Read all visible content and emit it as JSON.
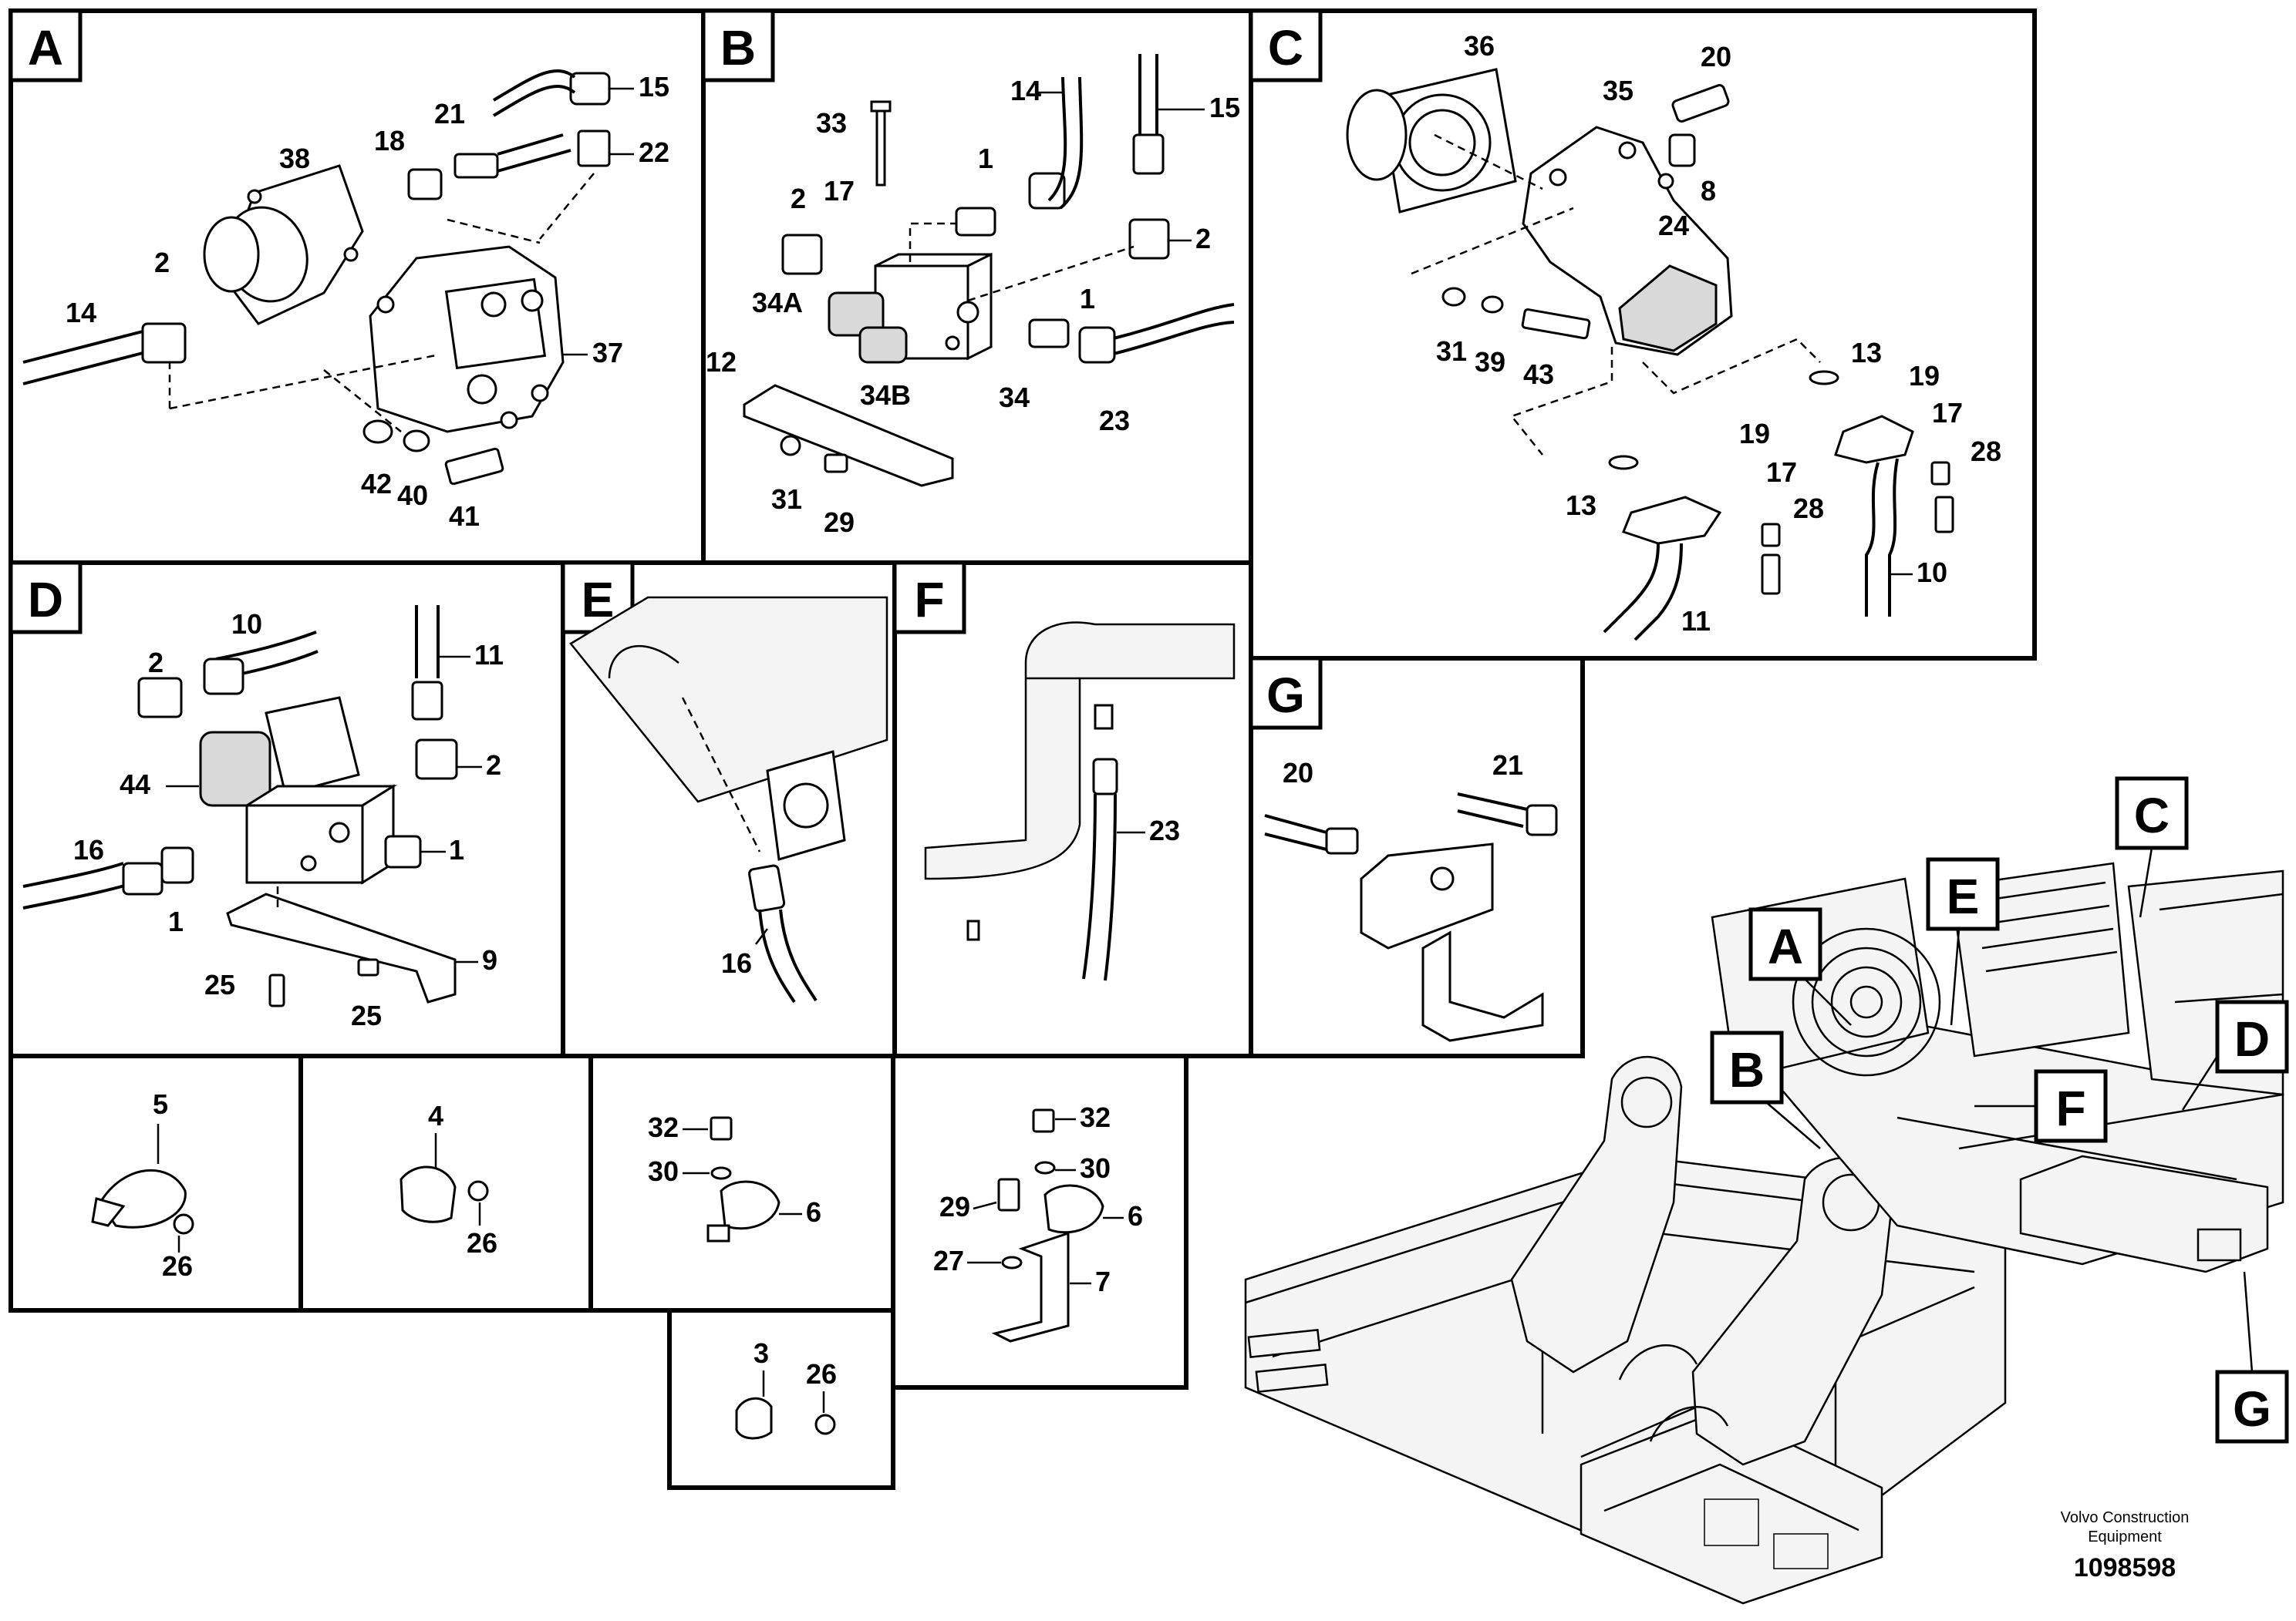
{
  "panels": {
    "A": {
      "tag": "A",
      "callouts": [
        "15",
        "21",
        "22",
        "18",
        "38",
        "2",
        "14",
        "37",
        "42",
        "40",
        "41"
      ]
    },
    "B": {
      "tag": "B",
      "callouts": [
        "14",
        "15",
        "33",
        "1",
        "2",
        "17",
        "2",
        "34A",
        "1",
        "34B",
        "34",
        "12",
        "23",
        "31",
        "29"
      ]
    },
    "C": {
      "tag": "C",
      "callouts": [
        "36",
        "20",
        "35",
        "8",
        "24",
        "31",
        "39",
        "43",
        "13",
        "19",
        "17",
        "28",
        "19",
        "17",
        "13",
        "28",
        "10",
        "11"
      ]
    },
    "D": {
      "tag": "D",
      "callouts": [
        "10",
        "11",
        "2",
        "2",
        "44",
        "16",
        "1",
        "1",
        "9",
        "25",
        "25"
      ]
    },
    "E": {
      "tag": "E",
      "callouts": [
        "16"
      ]
    },
    "F": {
      "tag": "F",
      "callouts": [
        "23"
      ]
    },
    "G": {
      "tag": "G",
      "callouts": [
        "20",
        "21"
      ]
    },
    "clamp5": {
      "callouts": [
        "5",
        "26"
      ]
    },
    "clamp4": {
      "callouts": [
        "4",
        "26"
      ]
    },
    "clamp6a": {
      "callouts": [
        "32",
        "30",
        "6"
      ]
    },
    "clamp6b": {
      "callouts": [
        "32",
        "30",
        "29",
        "6",
        "27",
        "7"
      ]
    },
    "clamp3": {
      "callouts": [
        "3",
        "26"
      ]
    }
  },
  "overview": {
    "tags": [
      "A",
      "B",
      "C",
      "D",
      "E",
      "F",
      "G"
    ]
  },
  "credit": {
    "line1": "Volvo Construction",
    "line2": "Equipment"
  },
  "doc_number": "1098598"
}
